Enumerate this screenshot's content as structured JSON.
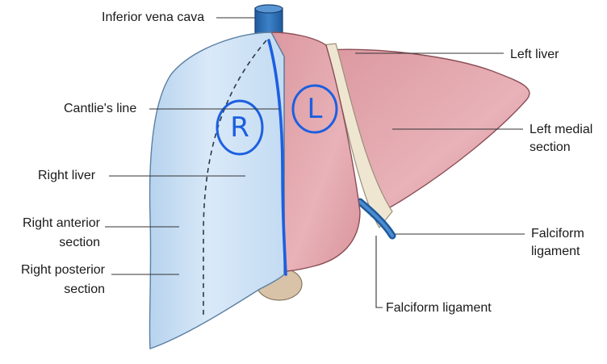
{
  "labels": {
    "inferior_vena_cava": "Inferior vena cava",
    "cantlies_line": "Cantlie's line",
    "right_liver": "Right liver",
    "right_anterior_section": [
      "Right anterior",
      "section"
    ],
    "right_posterior_section": [
      "Right posterior",
      "section"
    ],
    "left_liver": "Left liver",
    "left_medial_section": [
      "Left medial",
      "section"
    ],
    "falciform_ligament_right": [
      "Falciform",
      "ligament"
    ],
    "falciform_ligament_bottom": "Falciform ligament"
  },
  "handwritten_marks": [
    "R",
    "L"
  ],
  "colors": {
    "right_lobe": "#cfe3f5",
    "left_lobe": "#e3a3ab",
    "ivc": "#2f6eb5",
    "annotation_blue": "#1c5fe0",
    "ligament": "#efe6d2",
    "leader_line": "#333333"
  }
}
